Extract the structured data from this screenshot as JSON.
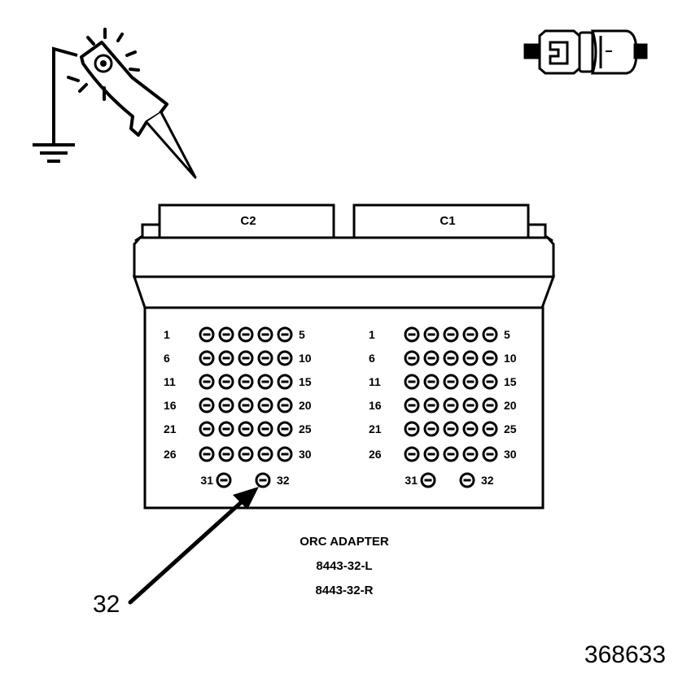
{
  "connectors": {
    "c2_label": "C2",
    "c1_label": "C1"
  },
  "pin_rows": {
    "left_labels": [
      "1",
      "6",
      "11",
      "16",
      "21",
      "26"
    ],
    "right_labels": [
      "5",
      "10",
      "15",
      "20",
      "25",
      "30"
    ],
    "extra_left": "31",
    "extra_right": "32"
  },
  "adapter": {
    "title": "ORC ADAPTER",
    "part_left": "8443-32-L",
    "part_right": "8443-32-R"
  },
  "callout": {
    "label": "32"
  },
  "figure_id": "368633"
}
